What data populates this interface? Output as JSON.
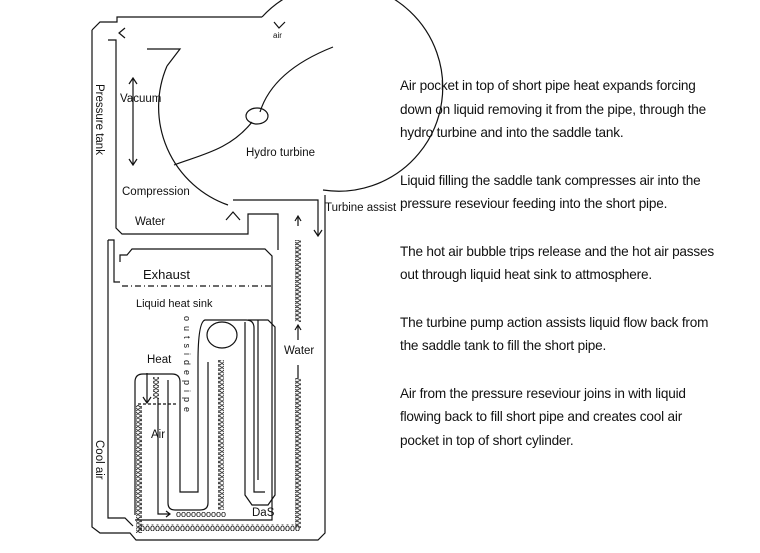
{
  "diagram": {
    "labels": {
      "air_top": "air",
      "pressure_tank": "Pressure tank",
      "vacuum": "Vacuum",
      "compression": "Compression",
      "water_left": "Water",
      "hydro_turbine": "Hydro turbine",
      "turbine_assist": "Turbine assist",
      "exhaust": "Exhaust",
      "liquid_heat_sink": "Liquid heat sink",
      "outside_pipe": "outsidepipe",
      "heat": "Heat",
      "air_inner": "Air",
      "water_right": "Water",
      "cool_air": "Cool air",
      "das": "DaS",
      "coil_row": "oooooooooo"
    }
  },
  "description": {
    "paragraphs": [
      {
        "lines": [
          "Air pocket in top of short pipe heat expands forcing",
          "down on liquid removing it from the pipe, through the",
          "hydro turbine and into the saddle tank."
        ]
      },
      {
        "lines": [
          "Liquid filling the saddle tank compresses air into the",
          "pressure reseviour feeding into the short pipe."
        ]
      },
      {
        "lines": [
          "The hot air bubble trips release and the hot air passes",
          "out through liquid heat sink to attmosphere."
        ]
      },
      {
        "lines": [
          "The turbine pump action assists liquid flow back from",
          "the saddle tank to fill the short pipe."
        ]
      },
      {
        "lines": [
          "Air from the pressure reseviour joins in with liquid",
          "flowing back to fill short pipe and creates cool air",
          "pocket in top of short cylinder."
        ]
      }
    ]
  }
}
